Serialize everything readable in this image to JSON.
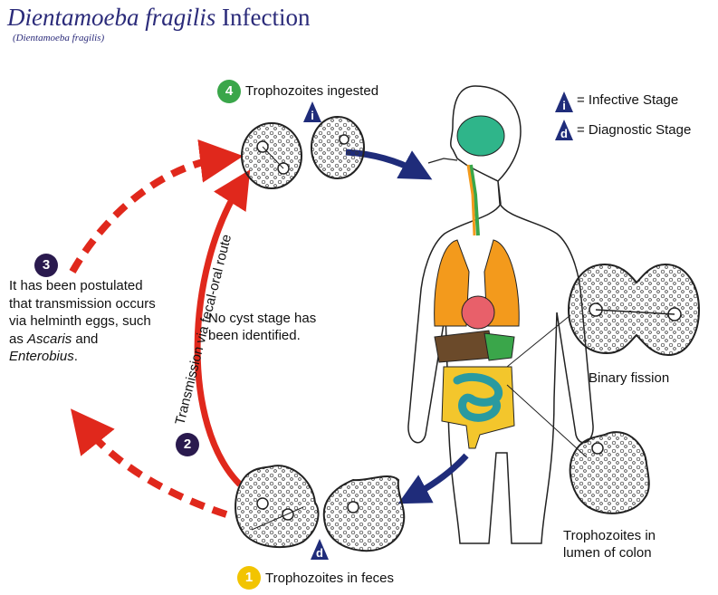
{
  "header": {
    "title_italic": "Dientamoeba fragilis",
    "title_rest": " Infection",
    "subtitle": "(Dientamoeba fragilis)"
  },
  "legend": {
    "infective_symbol": "i",
    "infective_text": "= Infective Stage",
    "diagnostic_symbol": "d",
    "diagnostic_text": "= Diagnostic Stage"
  },
  "steps": [
    {
      "number": "1",
      "label": "Trophozoites in feces",
      "color": "#f2c400"
    },
    {
      "number": "2",
      "label": "Transmission via fecal-oral route",
      "color": "#2a1a4e"
    },
    {
      "number": "3",
      "label": "",
      "color": "#2a1a4e"
    },
    {
      "number": "4",
      "label": "Trophozoites ingested",
      "color": "#3aa64a"
    }
  ],
  "note3": {
    "text_1": "It has been postulated that transmission occurs via helminth eggs, such as ",
    "ascaris": "Ascaris",
    "and": " and ",
    "enterobius": "Enterobius",
    "period": "."
  },
  "no_cyst": "No cyst stage has been identified.",
  "labels": {
    "binary_fission": "Binary fission",
    "lumen": "Trophozoites in lumen of colon"
  },
  "colors": {
    "arrow_red": "#e0281c",
    "arrow_blue": "#1f2c7a",
    "title_blue": "#2b2b7a",
    "brain": "#2fb58a",
    "lungs": "#f39a1c",
    "heart": "#e8606a",
    "liver": "#6b4a2a",
    "stomach": "#3aa64a",
    "large_intestine": "#f3c62c",
    "small_intestine": "#2a9aa0"
  }
}
